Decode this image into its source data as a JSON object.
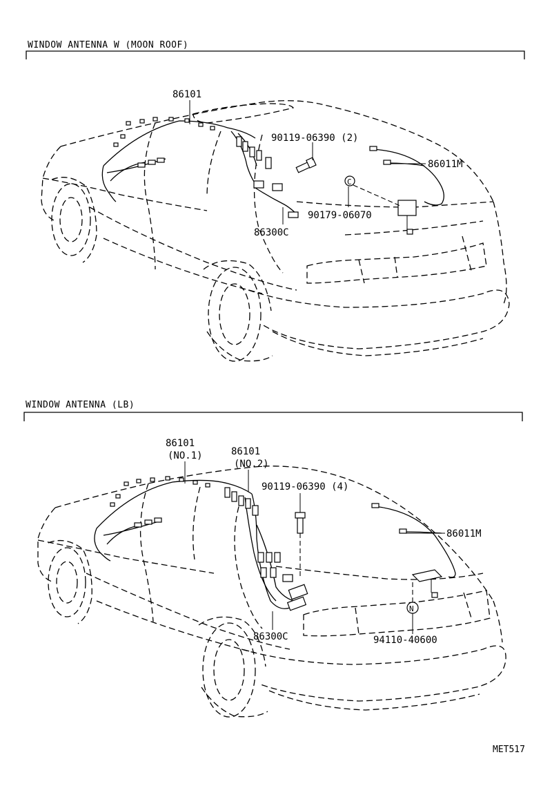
{
  "sections": [
    {
      "title": "WINDOW ANTENNA W (MOON ROOF)",
      "parts": [
        "86101",
        "90119-06390 (2)",
        "86011M",
        "90179-06070",
        "86300C"
      ]
    },
    {
      "title": "WINDOW ANTENNA (LB)",
      "parts": [
        "86101",
        "(NO.1)",
        "86101",
        "(NO.2)",
        "90119-06390 (4)",
        "86011M",
        "86300C",
        "94110-40600"
      ]
    }
  ],
  "callout_symbols": [
    "C",
    "N"
  ],
  "figure_id": "MET517"
}
